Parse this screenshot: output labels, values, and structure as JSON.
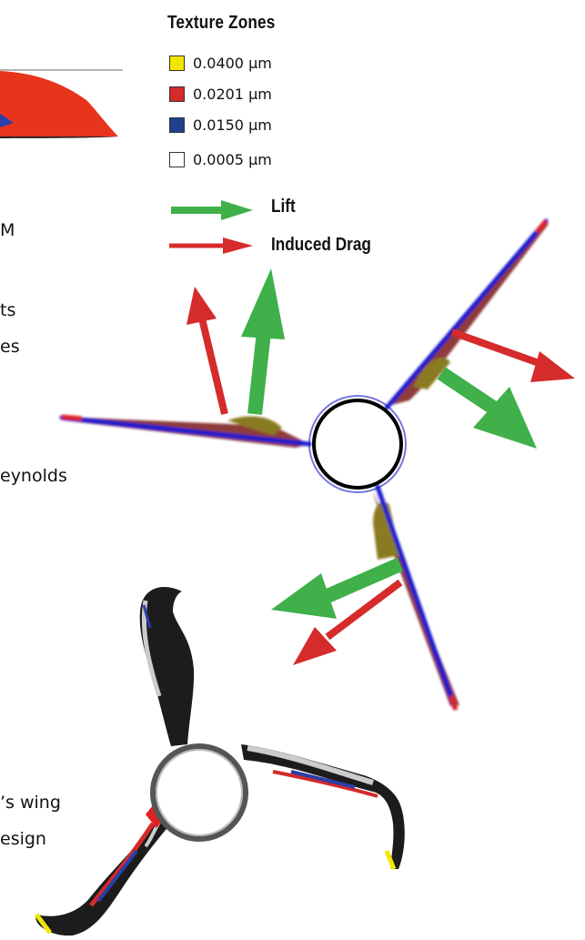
{
  "legend": {
    "title": "Texture Zones",
    "items": [
      {
        "label": "0.0400 μm",
        "color": "#f2e600"
      },
      {
        "label": "0.0201 μm",
        "color": "#d42a2a"
      },
      {
        "label": "0.0150 μm",
        "color": "#1f3f8f"
      },
      {
        "label": "0.0005 μm",
        "color": "#ffffff"
      }
    ]
  },
  "arrows": {
    "lift": {
      "label": "Lift",
      "color": "#3fb04a"
    },
    "drag": {
      "label": "Induced Drag",
      "color": "#d62b2b"
    }
  },
  "text_fragments": [
    "M",
    "ts",
    "es",
    "eynolds",
    "’s wing",
    "esign"
  ],
  "colors": {
    "blade_core": "#1a1acc",
    "blade_shadow": "#7a1a1a",
    "blade_olive": "#8a7a20",
    "hub_outline": "#000000"
  }
}
